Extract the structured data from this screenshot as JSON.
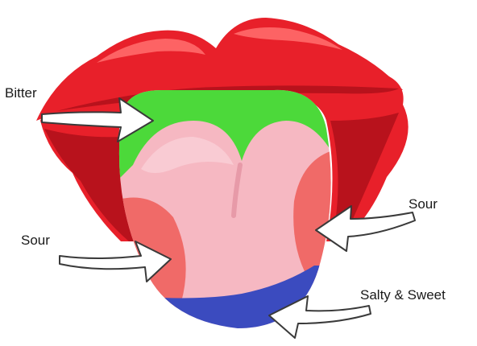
{
  "labels": {
    "bitter": "Bitter",
    "sour_left": "Sour",
    "sour_right": "Sour",
    "salty_sweet": "Salty & Sweet"
  },
  "colors": {
    "lip_red": "#e8202a",
    "lip_dark": "#b8121c",
    "lip_highlight": "#ff6a6a",
    "mouth_dark": "#c0141e",
    "bitter_zone": "#4cd93a",
    "tongue_pink": "#f6b8c2",
    "tongue_light": "#fad2d8",
    "tongue_crease": "#e79aa8",
    "sour_zone": "#f06a68",
    "salty_sweet_zone": "#3b4bbf",
    "arrow_fill": "#ffffff",
    "arrow_stroke": "#3a3a3a"
  }
}
